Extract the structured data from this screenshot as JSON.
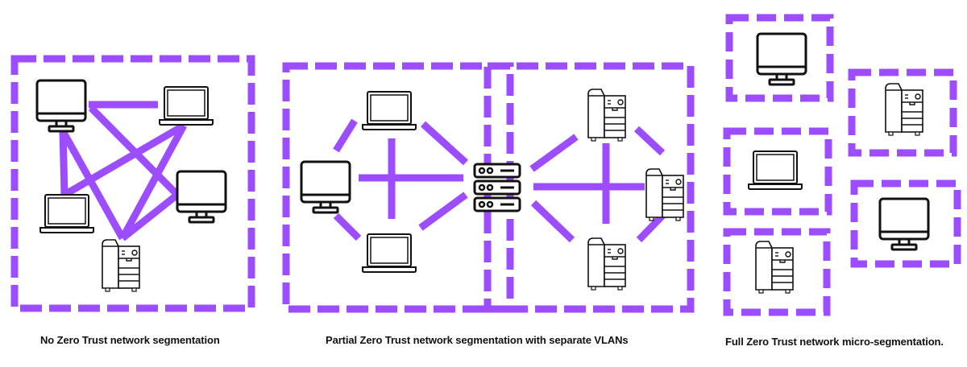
{
  "colors": {
    "accent": "#9B4DFF",
    "icon": "#111111"
  },
  "panels": [
    {
      "id": "no-segmentation",
      "caption": "No Zero Trust network segmentation",
      "devices": [
        "desktop-monitor",
        "laptop",
        "laptop",
        "desktop-monitor",
        "printer"
      ],
      "connections": "all devices directly interconnected"
    },
    {
      "id": "partial-segmentation",
      "caption": "Partial Zero Trust network segmentation with separate VLANs",
      "vlans": [
        {
          "devices": [
            "laptop",
            "desktop-monitor",
            "laptop"
          ]
        },
        {
          "devices": [
            "printer",
            "printer",
            "printer"
          ]
        }
      ],
      "hub": "server-rack"
    },
    {
      "id": "full-micro-segmentation",
      "caption": "Full Zero Trust network micro-segmentation.",
      "segments": [
        "desktop-monitor",
        "printer",
        "laptop",
        "desktop-monitor",
        "printer"
      ]
    }
  ]
}
